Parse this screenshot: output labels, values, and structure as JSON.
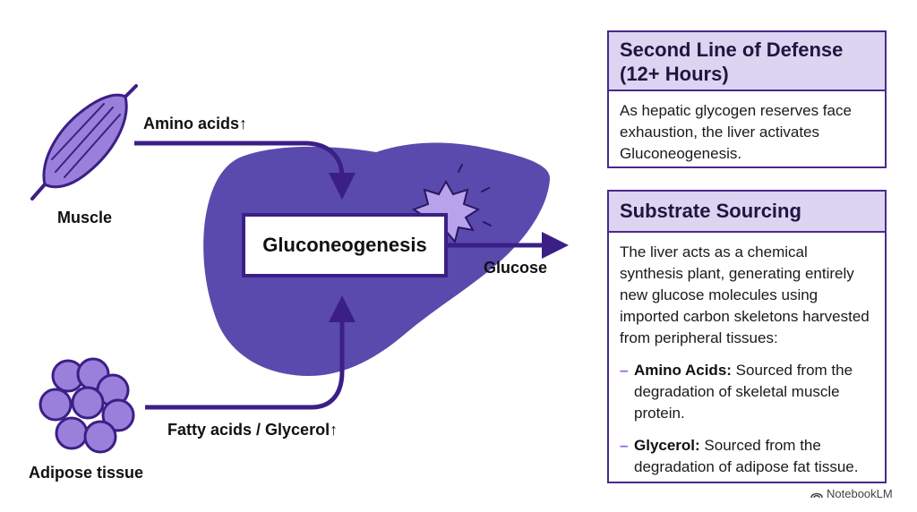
{
  "diagram": {
    "center_label": "Gluconeogenesis",
    "muscle_label": "Muscle",
    "adipose_label": "Adipose tissue",
    "amino_label": "Amino acids↑",
    "fatty_label": "Fatty acids / Glycerol↑",
    "glucose_label": "Glucose"
  },
  "cards": {
    "defense": {
      "title": "Second Line of Defense (12+ Hours)",
      "body": "As hepatic glycogen reserves face exhaustion, the liver activates Gluconeogenesis."
    },
    "substrate": {
      "title": "Substrate Sourcing",
      "intro": "The liver acts as a chemical synthesis plant, generating entirely new glucose molecules using imported carbon skeletons harvested from peripheral tissues:",
      "bullets": [
        {
          "term": "Amino Acids:",
          "text": " Sourced from the degradation of skeletal muscle protein."
        },
        {
          "term": "Glycerol:",
          "text": " Sourced from the degradation of adipose fat tissue."
        }
      ]
    }
  },
  "brand": "NotebookLM",
  "colors": {
    "liver": "#5a4aad",
    "arrow": "#3b1f86",
    "accent": "#8a63d2",
    "header_bg": "#ddd4f2"
  }
}
